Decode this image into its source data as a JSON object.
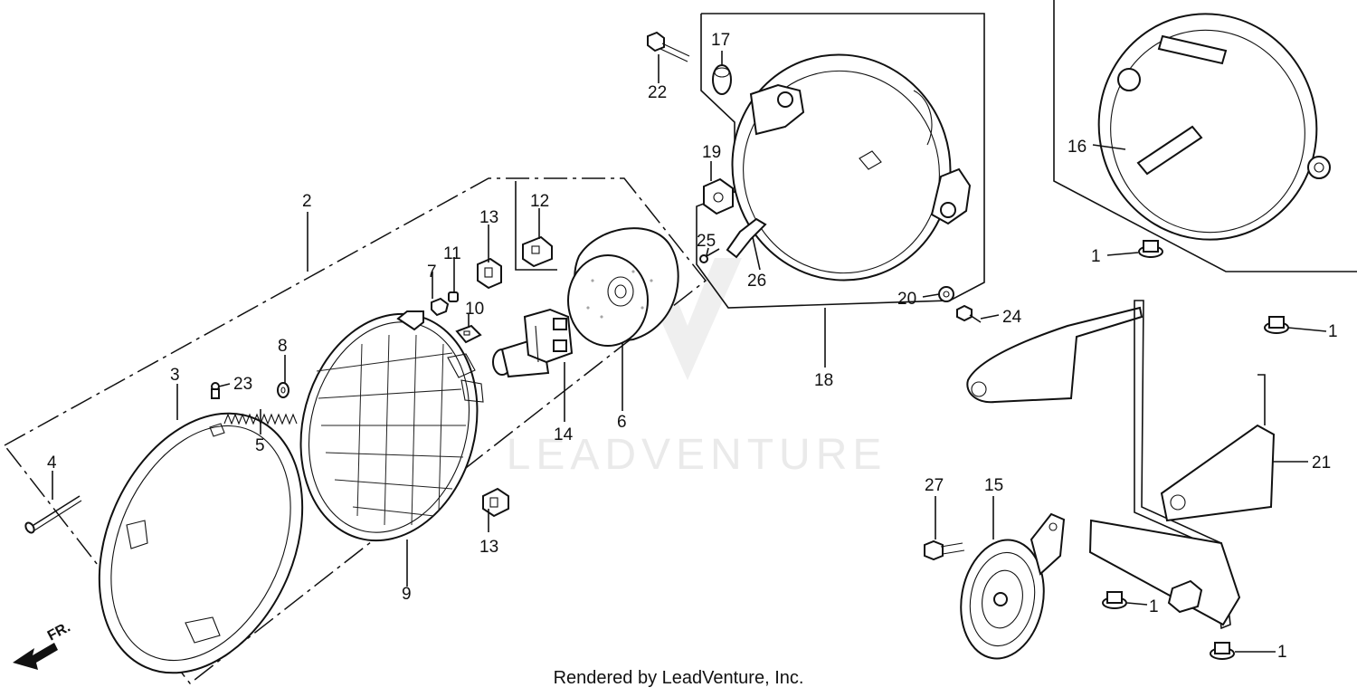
{
  "watermark": "LEADVENTURE",
  "credit": "Rendered by LeadVenture, Inc.",
  "front_arrow": "FR.",
  "callouts": [
    {
      "id": "c1a",
      "label": "1"
    },
    {
      "id": "c1b",
      "label": "1"
    },
    {
      "id": "c1c",
      "label": "1"
    },
    {
      "id": "c1d",
      "label": "1"
    },
    {
      "id": "c2",
      "label": "2"
    },
    {
      "id": "c3",
      "label": "3"
    },
    {
      "id": "c4",
      "label": "4"
    },
    {
      "id": "c5",
      "label": "5"
    },
    {
      "id": "c6",
      "label": "6"
    },
    {
      "id": "c7",
      "label": "7"
    },
    {
      "id": "c8",
      "label": "8"
    },
    {
      "id": "c9",
      "label": "9"
    },
    {
      "id": "c10",
      "label": "10"
    },
    {
      "id": "c11",
      "label": "11"
    },
    {
      "id": "c12",
      "label": "12"
    },
    {
      "id": "c13a",
      "label": "13"
    },
    {
      "id": "c13b",
      "label": "13"
    },
    {
      "id": "c14",
      "label": "14"
    },
    {
      "id": "c15",
      "label": "15"
    },
    {
      "id": "c16",
      "label": "16"
    },
    {
      "id": "c17",
      "label": "17"
    },
    {
      "id": "c18",
      "label": "18"
    },
    {
      "id": "c19",
      "label": "19"
    },
    {
      "id": "c20",
      "label": "20"
    },
    {
      "id": "c21",
      "label": "21"
    },
    {
      "id": "c22",
      "label": "22"
    },
    {
      "id": "c23",
      "label": "23"
    },
    {
      "id": "c24",
      "label": "24"
    },
    {
      "id": "c25",
      "label": "25"
    },
    {
      "id": "c26",
      "label": "26"
    },
    {
      "id": "c27",
      "label": "27"
    }
  ]
}
